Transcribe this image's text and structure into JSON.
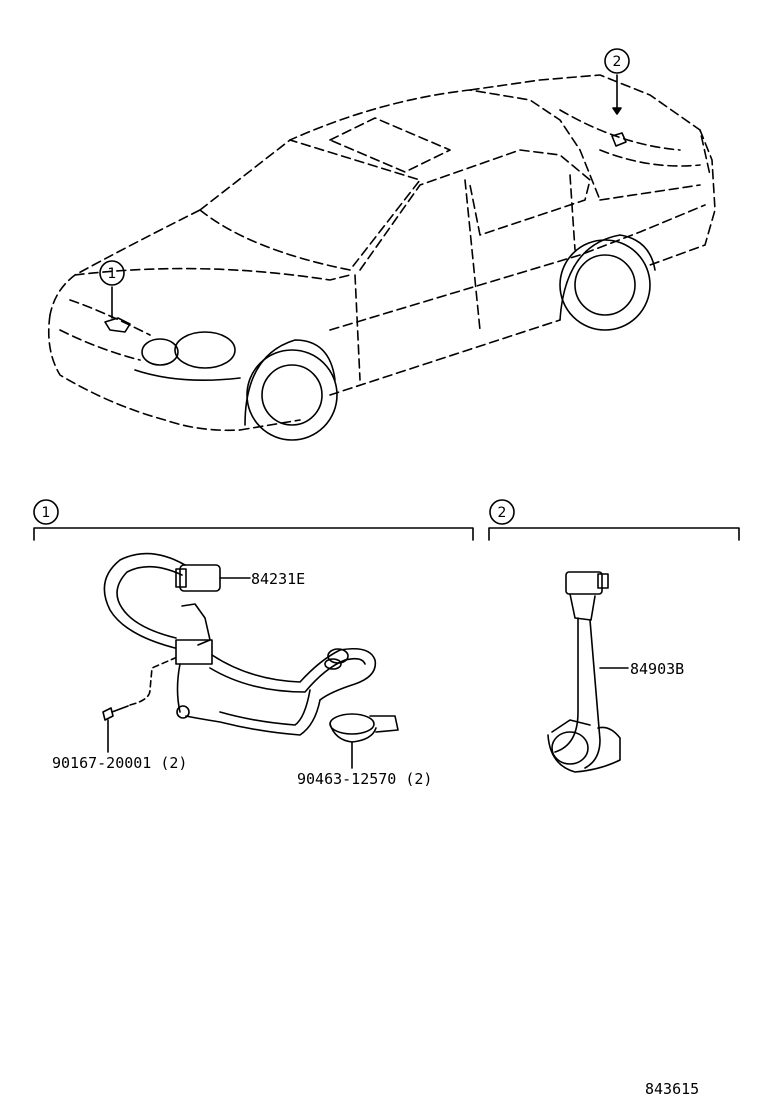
{
  "callouts": {
    "car_ref_1": "1",
    "car_ref_2": "2",
    "section_1": "1",
    "section_2": "2"
  },
  "parts": {
    "harness": "84231E",
    "bolt": "90167-20001 (2)",
    "clamp": "90463-12570 (2)",
    "rear_harness": "84903B"
  },
  "illustration_number": "843615"
}
